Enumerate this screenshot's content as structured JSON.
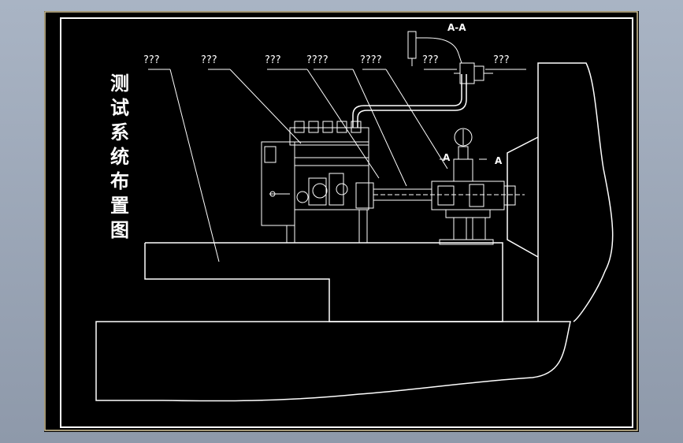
{
  "drawing": {
    "title": "测试系统布置图",
    "section_label": "A-A",
    "section_mark_left": "A",
    "section_mark_right": "A",
    "callouts": [
      "???",
      "???",
      "???",
      "????",
      "????",
      "???",
      "???"
    ]
  },
  "colors": {
    "background": "#000000",
    "line": "#ffffff",
    "outer_border": "#d8c89a",
    "frame_bg": "#9aa5b6"
  }
}
